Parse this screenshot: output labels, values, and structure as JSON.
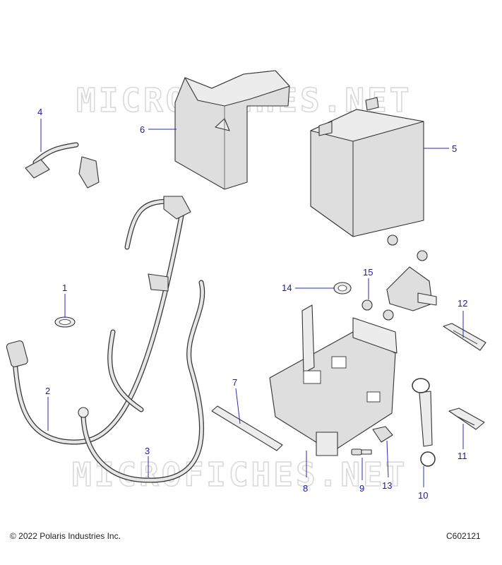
{
  "watermark": "MICROFICHES.NET",
  "copyright": "© 2022 Polaris Industries Inc.",
  "diagram_code": "C602121",
  "callouts": {
    "c1": "1",
    "c2": "2",
    "c3": "3",
    "c4": "4",
    "c5": "5",
    "c6": "6",
    "c7": "7",
    "c8": "8",
    "c9": "9",
    "c10": "10",
    "c11": "11",
    "c12": "12",
    "c13": "13",
    "c14": "14",
    "c15": "15"
  },
  "colors": {
    "callout": "#1a1aa0",
    "part_fill": "#dedede",
    "outline": "#333333"
  }
}
